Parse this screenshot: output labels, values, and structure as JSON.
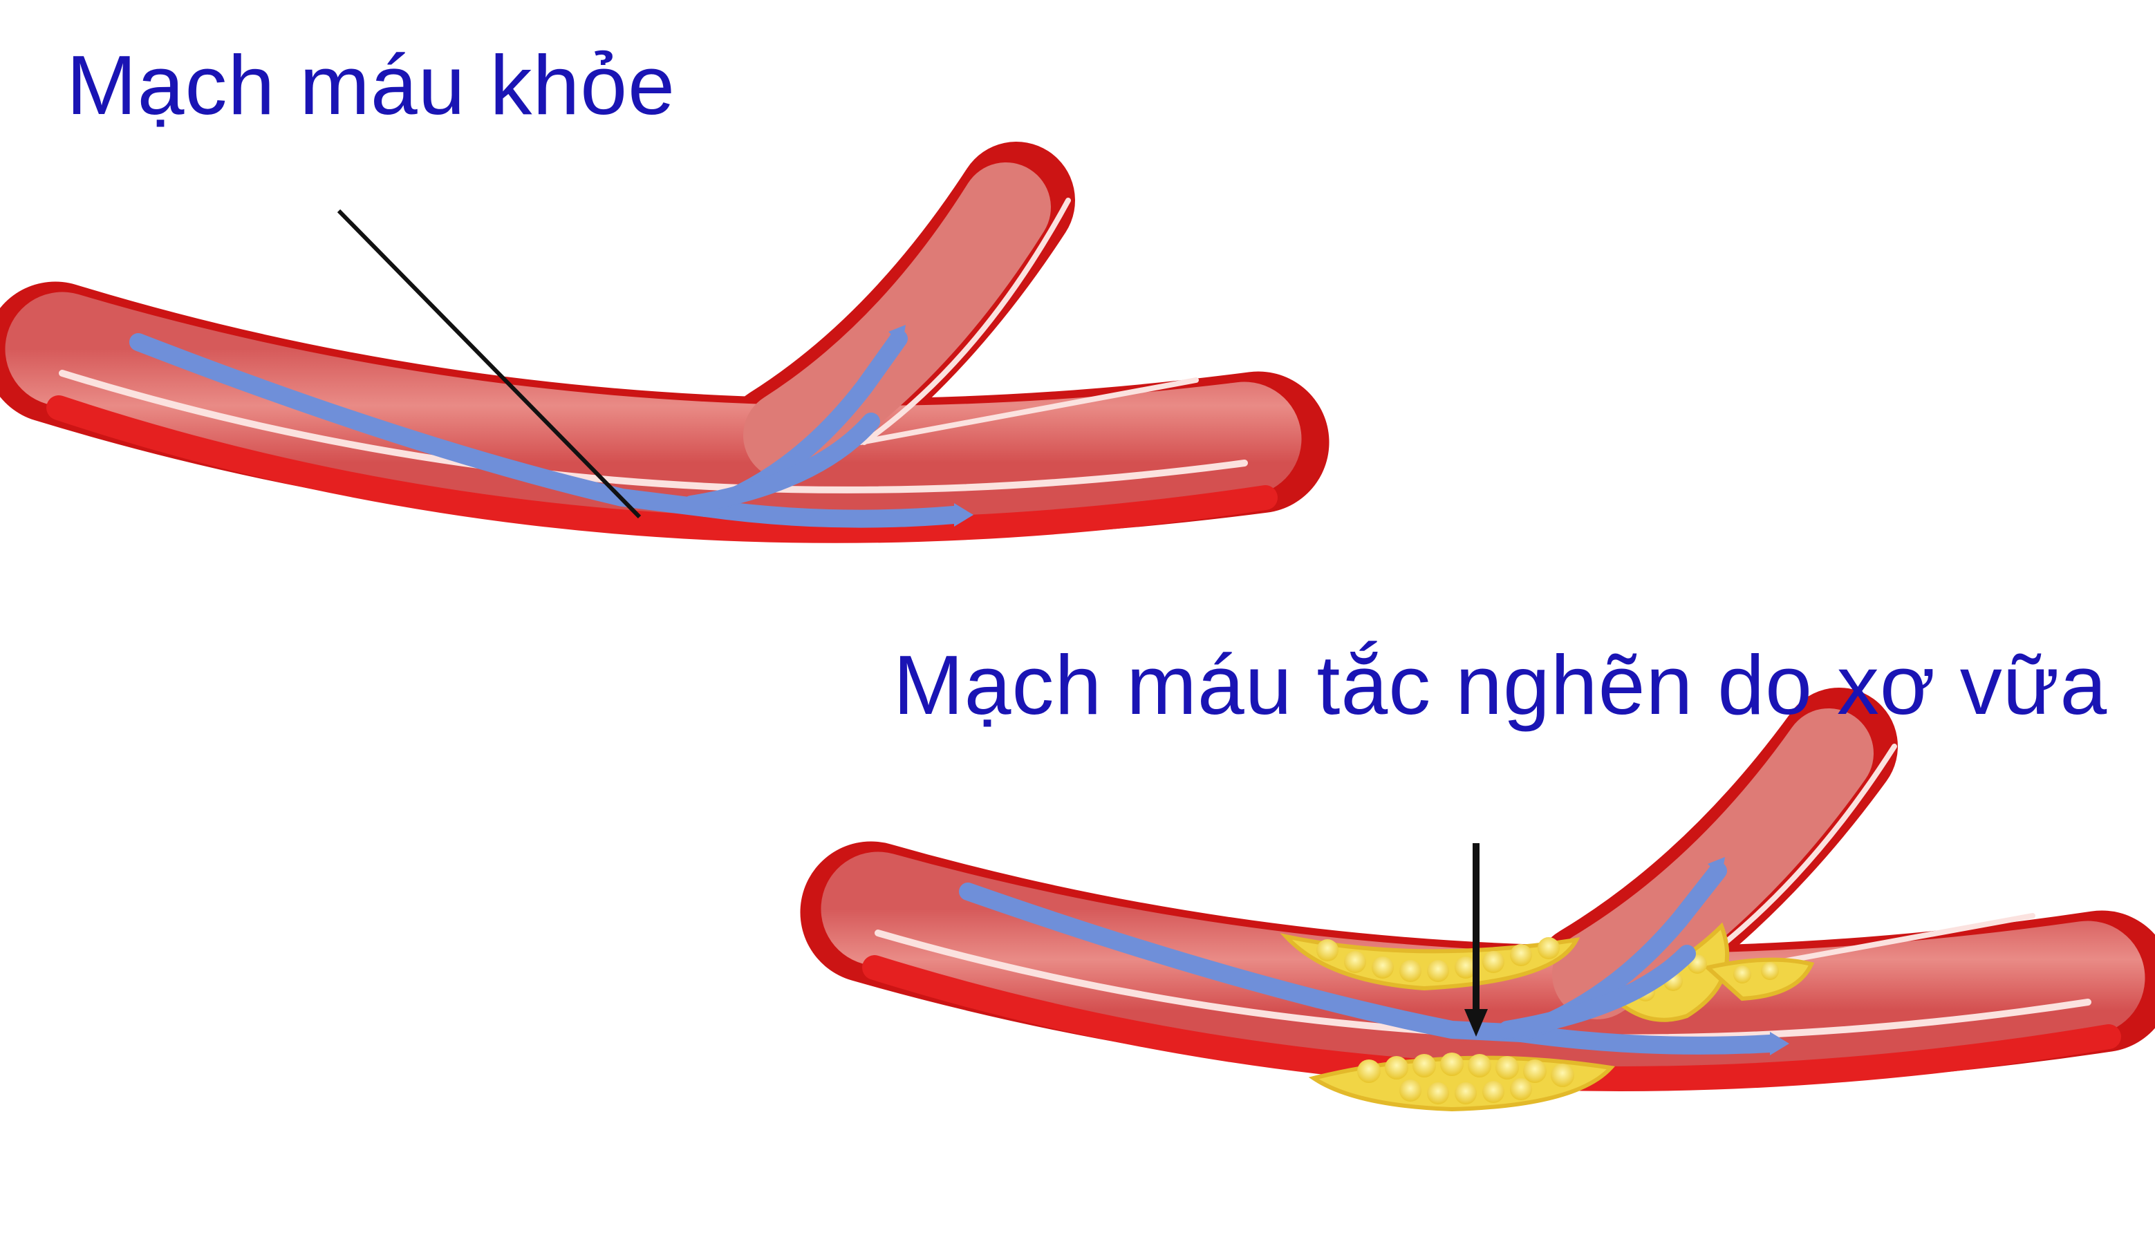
{
  "labels": {
    "healthy": "Mạch máu khỏe",
    "blocked": "Mạch máu tắc nghẽn do xơ vữa"
  },
  "colors": {
    "label_text": "#1a14b4",
    "vessel_outer": "#d91a1a",
    "vessel_inner": "#e07474",
    "vessel_highlight": "#fbe2df",
    "blood_flow": "#6f8fd9",
    "plaque": "#f4dc4a",
    "pointer": "#111111"
  },
  "icons": {
    "healthy_vessel": "artery-healthy-illustration",
    "blocked_vessel": "artery-plaque-illustration"
  }
}
